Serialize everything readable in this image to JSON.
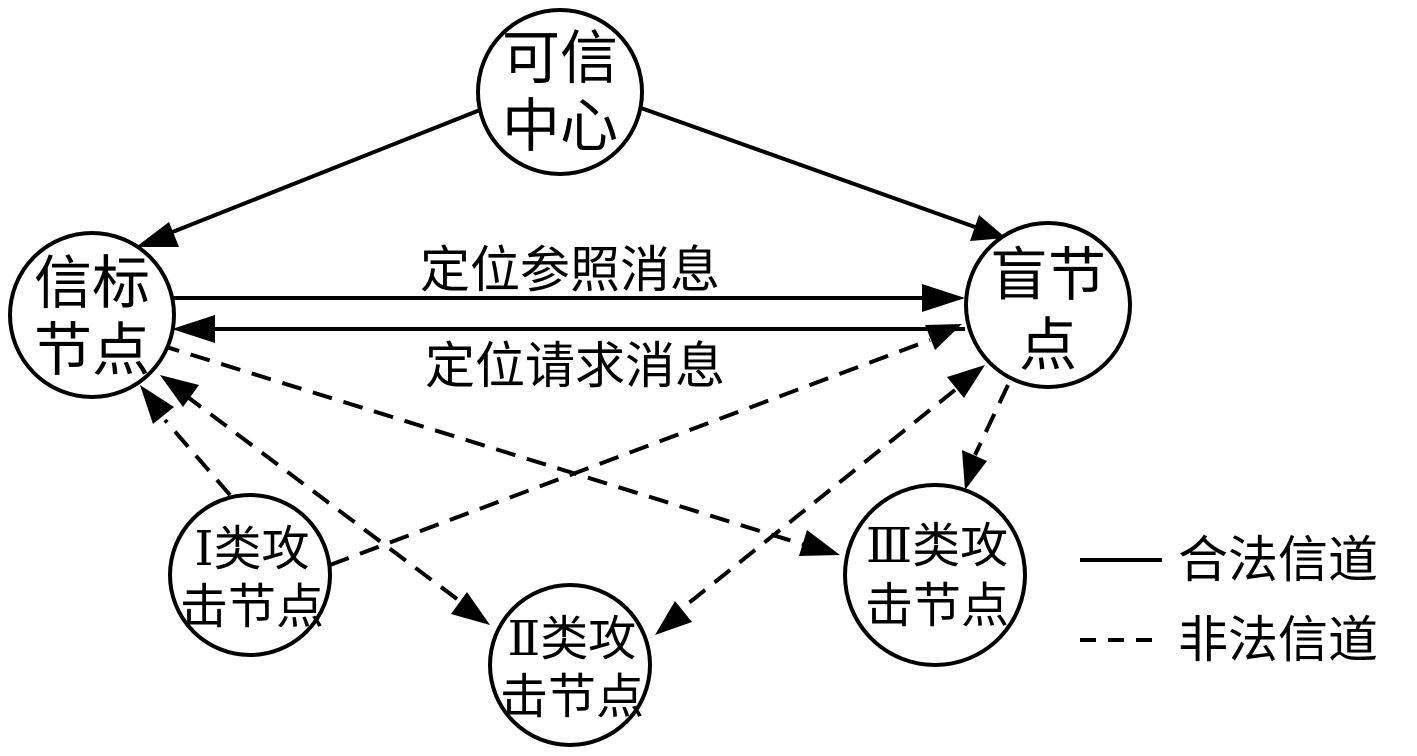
{
  "nodes": {
    "trust_center": {
      "line1": "可信",
      "line2": "中心"
    },
    "beacon": {
      "line1": "信标",
      "line2": "节点"
    },
    "blind": {
      "line1": "盲节",
      "line2": "点"
    },
    "attacker_1": {
      "line1": "Ⅰ类攻",
      "line2": "击节点"
    },
    "attacker_2": {
      "line1": "Ⅱ类攻",
      "line2": "击节点"
    },
    "attacker_3": {
      "line1": "Ⅲ类攻",
      "line2": "击节点"
    }
  },
  "edge_labels": {
    "reference_msg": "定位参照消息",
    "request_msg": "定位请求消息"
  },
  "legend": {
    "legal_channel": "合法信道",
    "illegal_channel": "非法信道"
  },
  "colors": {
    "stroke": "#000000",
    "background": "#ffffff"
  }
}
